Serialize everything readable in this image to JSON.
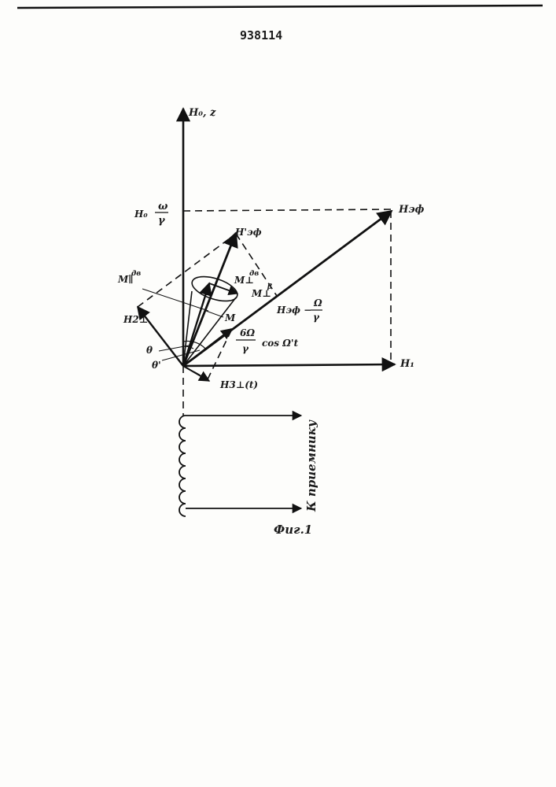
{
  "page": {
    "patent_number": "938114",
    "figure_caption": "Фиг.1"
  },
  "labels": {
    "h0_z": "H₀, z",
    "h0_frac_prefix": "H₀",
    "h0_frac_num": "ω",
    "h0_frac_den": "γ",
    "h_eff": "Hэф",
    "h_eff_prime": "H'эф",
    "m_parallel": "M∥",
    "m_parallel_sup": "дв",
    "m_perp_dv": "M⊥",
    "m_perp_dv_sup": "дв",
    "m_perp_beta": "M⊥",
    "m_perp_beta_sup": "β",
    "h2_perp": "H2⊥",
    "m": "M",
    "h_eff_minus_prefix": "Hэф −",
    "h_eff_minus_num": "Ω",
    "h_eff_minus_den": "γ",
    "theta": "θ",
    "theta_prime": "θ'",
    "cos_num": "6Ω",
    "cos_den": "γ",
    "cos_term": "cos Ω't",
    "h1": "H₁",
    "h3_perp": "H3⊥(t)",
    "receiver": "К приемнику"
  }
}
